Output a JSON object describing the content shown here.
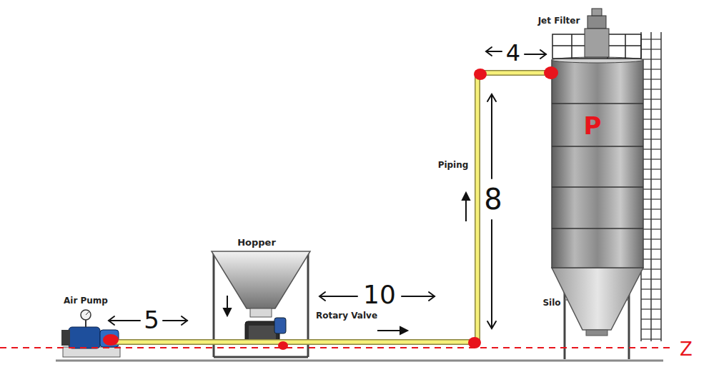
{
  "diagram": {
    "labels": [
      "Jet Filter",
      "4",
      "Piping",
      "8",
      "Hopper",
      "Rotary Valve",
      "Air Pump",
      "5",
      "10",
      "Silo",
      "Z",
      "P"
    ]
  }
}
